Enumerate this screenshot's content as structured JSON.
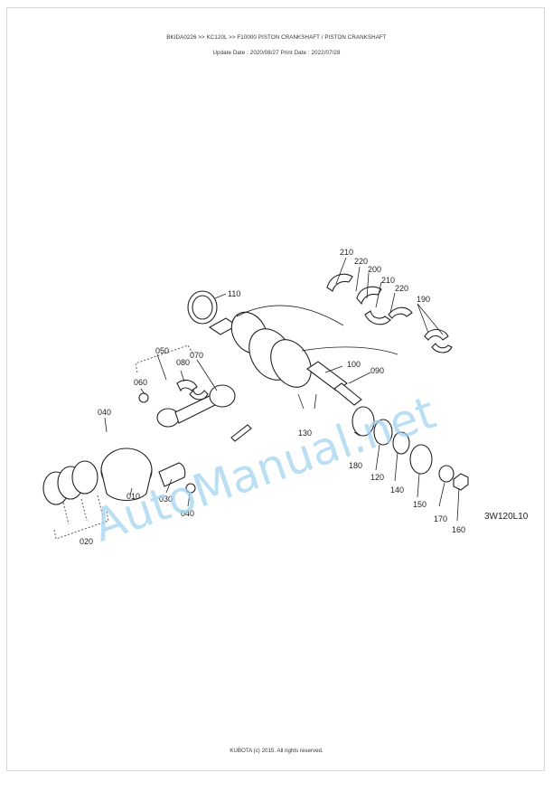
{
  "header": {
    "breadcrumb": "BKIDA0226 >> KC120L >> F10000   PISTON CRANKSHAFT / PISTON CRANKSHAFT",
    "dates": "Update Date : 2020/08/27   Print Date : 2022/07/28"
  },
  "diagram": {
    "code": "3W120L10",
    "callouts": [
      "210",
      "220",
      "200",
      "210",
      "220",
      "190",
      "110",
      "050",
      "070",
      "080",
      "060",
      "100",
      "090",
      "040",
      "130",
      "180",
      "120",
      "140",
      "150",
      "170",
      "160",
      "010",
      "030",
      "040",
      "020"
    ]
  },
  "watermark": "AutoManual.net",
  "footer": "KUBOTA (c) 2015. All rights reserved.",
  "colors": {
    "watermark": "#9fd3ee",
    "text": "#222222"
  }
}
